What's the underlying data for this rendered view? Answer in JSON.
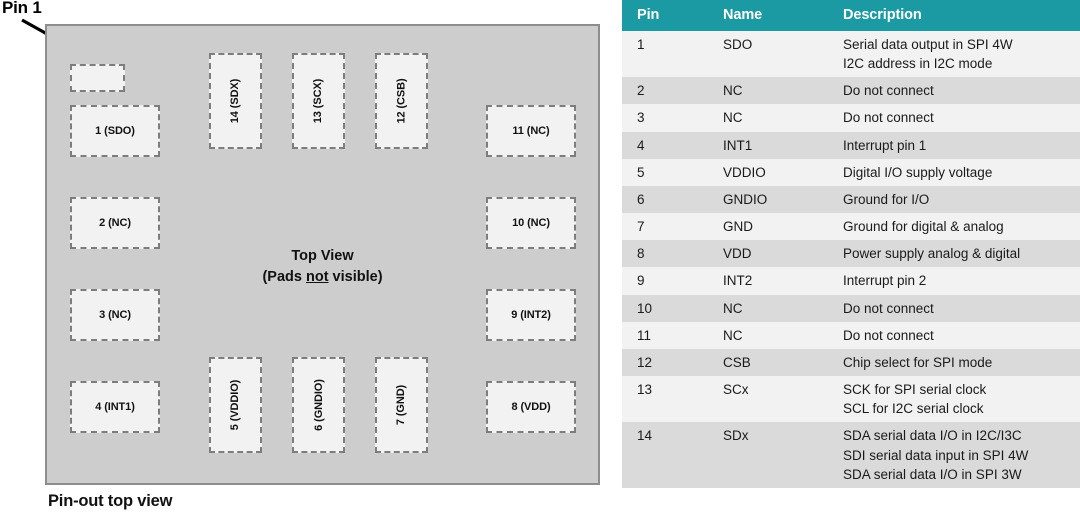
{
  "diagram": {
    "pin1_callout": "Pin 1",
    "center_caption_line1": "Top View",
    "center_caption_line2_pre": "(Pads ",
    "center_caption_line2_em": "not",
    "center_caption_line2_post": " visible)",
    "caption": "Pin-out top view",
    "marker_pad_label": "",
    "pads": [
      {
        "label": "1 (SDO)",
        "orientation": "horizontal"
      },
      {
        "label": "2 (NC)",
        "orientation": "horizontal"
      },
      {
        "label": "3 (NC)",
        "orientation": "horizontal"
      },
      {
        "label": "4 (INT1)",
        "orientation": "horizontal"
      },
      {
        "label": "5 (VDDIO)",
        "orientation": "vertical"
      },
      {
        "label": "6 (GNDIO)",
        "orientation": "vertical"
      },
      {
        "label": "7 (GND)",
        "orientation": "vertical"
      },
      {
        "label": "8 (VDD)",
        "orientation": "horizontal"
      },
      {
        "label": "9 (INT2)",
        "orientation": "horizontal"
      },
      {
        "label": "10 (NC)",
        "orientation": "horizontal"
      },
      {
        "label": "11 (NC)",
        "orientation": "horizontal"
      },
      {
        "label": "12 (CSB)",
        "orientation": "vertical"
      },
      {
        "label": "13 (SCX)",
        "orientation": "vertical"
      },
      {
        "label": "14 (SDX)",
        "orientation": "vertical"
      }
    ]
  },
  "table": {
    "headers": {
      "pin": "Pin",
      "name": "Name",
      "description": "Description"
    },
    "rows": [
      {
        "pin": "1",
        "name": "SDO",
        "description": [
          "Serial data output in SPI 4W",
          "I2C address in I2C mode"
        ]
      },
      {
        "pin": "2",
        "name": "NC",
        "description": [
          "Do not connect"
        ]
      },
      {
        "pin": "3",
        "name": "NC",
        "description": [
          "Do not connect"
        ]
      },
      {
        "pin": "4",
        "name": "INT1",
        "description": [
          "Interrupt pin 1"
        ]
      },
      {
        "pin": "5",
        "name": "VDDIO",
        "description": [
          "Digital I/O supply voltage"
        ]
      },
      {
        "pin": "6",
        "name": "GNDIO",
        "description": [
          "Ground for I/O"
        ]
      },
      {
        "pin": "7",
        "name": "GND",
        "description": [
          "Ground for digital & analog"
        ]
      },
      {
        "pin": "8",
        "name": "VDD",
        "description": [
          "Power supply analog & digital"
        ]
      },
      {
        "pin": "9",
        "name": "INT2",
        "description": [
          "Interrupt pin 2"
        ]
      },
      {
        "pin": "10",
        "name": "NC",
        "description": [
          "Do not connect"
        ]
      },
      {
        "pin": "11",
        "name": "NC",
        "description": [
          "Do not connect"
        ]
      },
      {
        "pin": "12",
        "name": "CSB",
        "description": [
          "Chip select for SPI mode"
        ]
      },
      {
        "pin": "13",
        "name": "SCx",
        "description": [
          "SCK for SPI serial clock",
          "SCL for I2C serial clock"
        ]
      },
      {
        "pin": "14",
        "name": "SDx",
        "description": [
          "SDA serial data I/O in I2C/I3C",
          "SDI serial data input in SPI 4W",
          "SDA serial data I/O in SPI 3W"
        ]
      }
    ]
  },
  "colors": {
    "header_teal": "#1b9aa3",
    "row_light": "#f2f2f2",
    "row_dark": "#dadada",
    "package_fill": "#cdcdcd",
    "package_border": "#8e8e8e",
    "pad_fill": "#f2f2f2",
    "pad_border": "#7d7d7d"
  }
}
